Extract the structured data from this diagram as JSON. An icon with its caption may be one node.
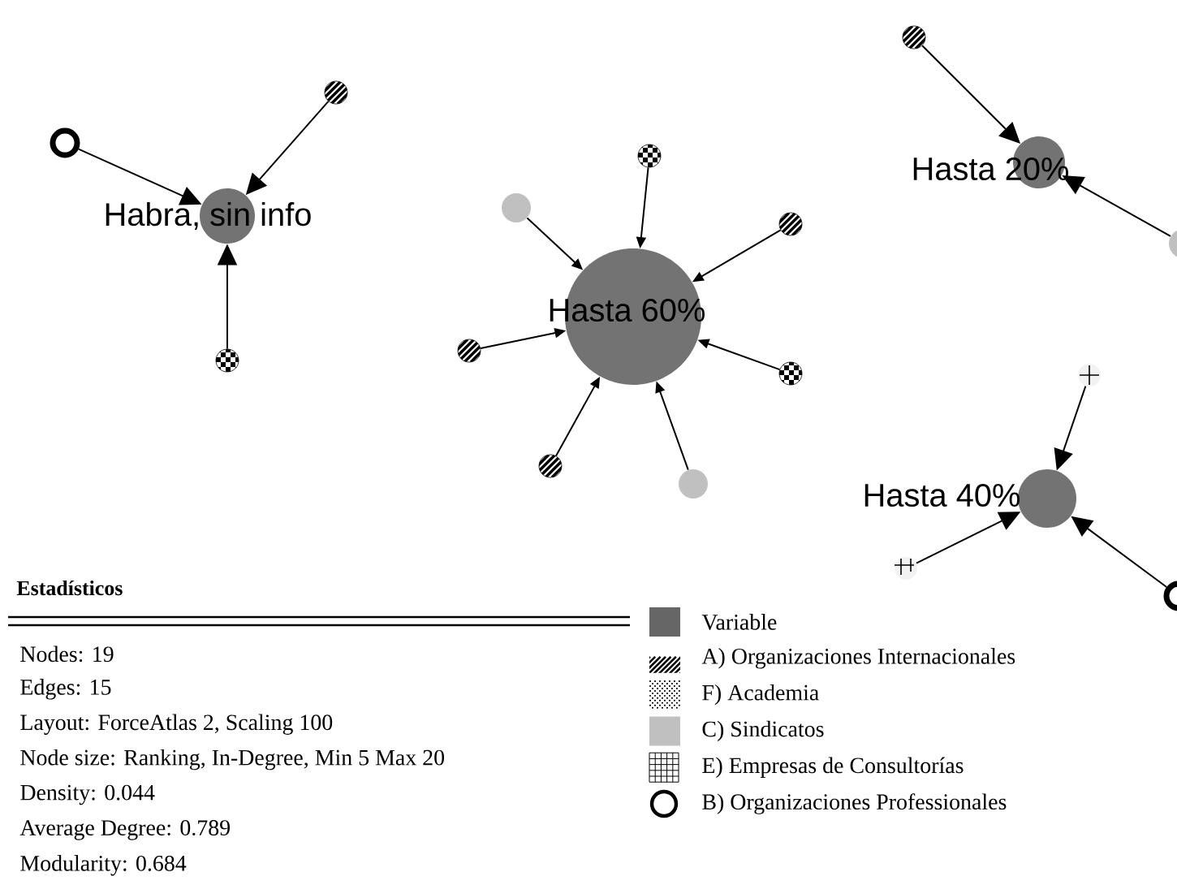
{
  "diagram": {
    "nodes": [
      {
        "text": [
          "Habra, sin info"
        ]
      },
      {
        "text": [],
        "shape": "circle"
      },
      {
        "text": [],
        "shape": "circle"
      },
      {
        "text": [],
        "shape": "circle"
      },
      {
        "text": [
          "Hasta 60%"
        ]
      },
      {
        "text": [],
        "shape": "circle"
      },
      {
        "text": [],
        "shape": "circle"
      },
      {
        "text": [],
        "shape": "circle"
      },
      {
        "text": [],
        "shape": "circle"
      },
      {
        "text": [],
        "shape": "circle"
      },
      {
        "text": [],
        "shape": "circle"
      },
      {
        "text": [],
        "shape": "circle"
      },
      {
        "text": [
          "Hasta 20%"
        ]
      },
      {
        "text": [],
        "shape": "circle"
      },
      {
        "text": [],
        "shape": "circle"
      },
      {
        "text": [
          "Hasta 40%"
        ]
      },
      {
        "text": [],
        "shape": "circle"
      },
      {
        "text": [],
        "shape": "circle"
      },
      {
        "text": [],
        "shape": "circle"
      }
    ],
    "edges": [
      {
        "from": 1,
        "to": 0,
        "arrow": "to"
      },
      {
        "from": 2,
        "to": 0,
        "arrow": "to"
      },
      {
        "from": 3,
        "to": 0,
        "arrow": "to"
      },
      {
        "from": 5,
        "to": 4,
        "arrow": "to"
      },
      {
        "from": 6,
        "to": 4,
        "arrow": "to"
      },
      {
        "from": 7,
        "to": 4,
        "arrow": "to"
      },
      {
        "from": 8,
        "to": 4,
        "arrow": "to"
      },
      {
        "from": 9,
        "to": 4,
        "arrow": "to"
      },
      {
        "from": 10,
        "to": 4,
        "arrow": "to"
      },
      {
        "from": 11,
        "to": 4,
        "arrow": "to"
      },
      {
        "from": 13,
        "to": 12,
        "arrow": "to"
      },
      {
        "from": 14,
        "to": 12,
        "arrow": "to"
      },
      {
        "from": 16,
        "to": 15,
        "arrow": "to"
      },
      {
        "from": 17,
        "to": 15,
        "arrow": "to"
      },
      {
        "from": 18,
        "to": 15,
        "arrow": "to"
      }
    ],
    "labels": [
      "Estadísticos",
      "Nodes: 19",
      "Edges: 15",
      "Layout: ForceAtlas 2, Scaling 100",
      "Node size: Ranking, In-Degree, Min 5 Max 20",
      "Density: 0.044",
      "Average Degree: 0.789",
      "Modularity: 0.684"
    ],
    "legend": [
      {
        "text": "Variable",
        "color": "#666666"
      },
      {
        "text": "A) Organizaciones Internacionales"
      },
      {
        "text": "F) Academia"
      },
      {
        "text": "C) Sindicatos",
        "color": "#c0c0c0"
      },
      {
        "text": "E) Empresas de Consultorías"
      },
      {
        "text": "B) Organizaciones Professionales"
      }
    ]
  }
}
